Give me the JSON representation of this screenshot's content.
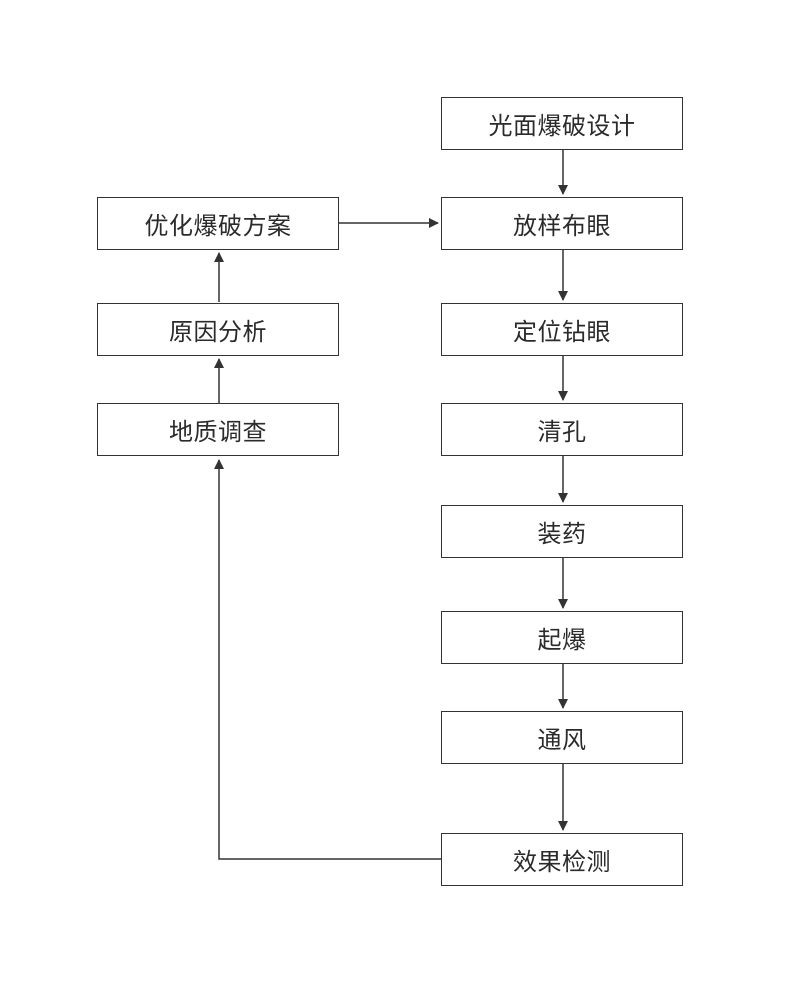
{
  "diagram": {
    "type": "flowchart",
    "main_steps": [
      {
        "id": "design",
        "label": "光面爆破设计"
      },
      {
        "id": "layout",
        "label": "放样布眼"
      },
      {
        "id": "drill",
        "label": "定位钻眼"
      },
      {
        "id": "clean",
        "label": "清孔"
      },
      {
        "id": "charge",
        "label": "装药"
      },
      {
        "id": "blast",
        "label": "起爆"
      },
      {
        "id": "ventilate",
        "label": "通风"
      },
      {
        "id": "inspect",
        "label": "效果检测"
      }
    ],
    "feedback_steps": [
      {
        "id": "optimize",
        "label": "优化爆破方案"
      },
      {
        "id": "analysis",
        "label": "原因分析"
      },
      {
        "id": "survey",
        "label": "地质调查"
      }
    ],
    "edges": [
      [
        "design",
        "layout"
      ],
      [
        "layout",
        "drill"
      ],
      [
        "drill",
        "clean"
      ],
      [
        "clean",
        "charge"
      ],
      [
        "charge",
        "blast"
      ],
      [
        "blast",
        "ventilate"
      ],
      [
        "ventilate",
        "inspect"
      ],
      [
        "inspect",
        "survey"
      ],
      [
        "survey",
        "analysis"
      ],
      [
        "analysis",
        "optimize"
      ],
      [
        "optimize",
        "layout"
      ]
    ],
    "colors": {
      "line": "#333333",
      "border": "#333333",
      "text": "#2b2b2b",
      "background": "#ffffff"
    }
  }
}
